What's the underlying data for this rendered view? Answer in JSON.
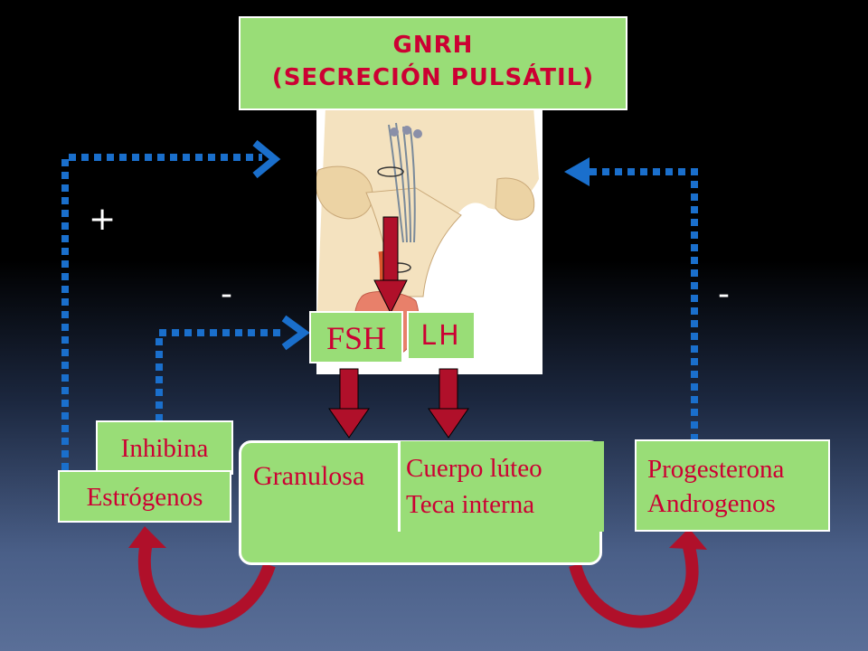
{
  "title": {
    "line1": "GnRH",
    "line2": "(Secreción pulsátil)"
  },
  "boxes": {
    "fsh": "FSH",
    "lh": "LH",
    "inhibina": "Inhibina",
    "estrogenos": "Estrógenos",
    "granulosa": "Granulosa",
    "cuerpo_luteo": "Cuerpo lúteo",
    "teca_interna": "Teca interna",
    "progesterona": "Progesterona",
    "androgenos": "Androgenos"
  },
  "signs": {
    "plus": "+",
    "minus_left": "-",
    "minus_right": "-"
  },
  "colors": {
    "box_fill": "#99dd77",
    "label_text": "#cc0033",
    "feedback_arrow": "#1a6fcc",
    "hormone_arrow": "#b0102a"
  },
  "icons": {
    "anatomy": "hypothalamus-pituitary-illustration"
  }
}
